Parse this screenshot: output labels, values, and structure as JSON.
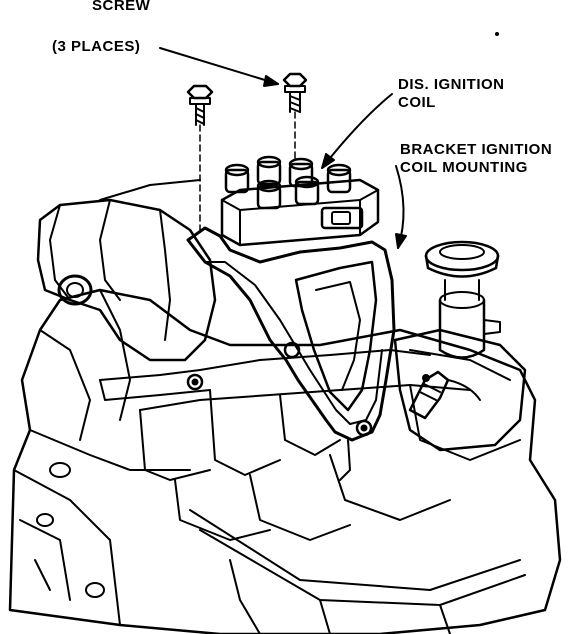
{
  "callouts": {
    "screw": "SCREW",
    "places": "(3 PLACES)",
    "coil_line1": "DIS. IGNITION",
    "coil_line2": "COIL",
    "bracket_line1": "BRACKET IGNITION",
    "bracket_line2": "COIL MOUNTING"
  },
  "colors": {
    "ink": "#000000",
    "paper": "#ffffff"
  }
}
